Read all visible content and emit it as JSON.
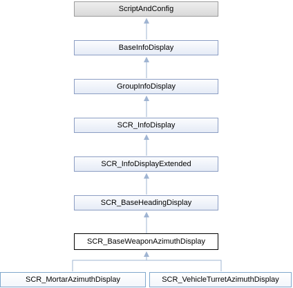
{
  "diagram": {
    "nodes": [
      {
        "id": "ScriptAndConfig",
        "label": "ScriptAndConfig"
      },
      {
        "id": "BaseInfoDisplay",
        "label": "BaseInfoDisplay"
      },
      {
        "id": "GroupInfoDisplay",
        "label": "GroupInfoDisplay"
      },
      {
        "id": "SCR_InfoDisplay",
        "label": "SCR_InfoDisplay"
      },
      {
        "id": "SCR_InfoDisplayExtended",
        "label": "SCR_InfoDisplayExtended"
      },
      {
        "id": "SCR_BaseHeadingDisplay",
        "label": "SCR_BaseHeadingDisplay"
      },
      {
        "id": "SCR_BaseWeaponAzimuthDisplay",
        "label": "SCR_BaseWeaponAzimuthDisplay"
      },
      {
        "id": "SCR_MortarAzimuthDisplay",
        "label": "SCR_MortarAzimuthDisplay"
      },
      {
        "id": "SCR_VehicleTurretAzimuthDisplay",
        "label": "SCR_VehicleTurretAzimuthDisplay"
      }
    ],
    "edges": [
      {
        "from": "BaseInfoDisplay",
        "to": "ScriptAndConfig"
      },
      {
        "from": "GroupInfoDisplay",
        "to": "BaseInfoDisplay"
      },
      {
        "from": "SCR_InfoDisplay",
        "to": "GroupInfoDisplay"
      },
      {
        "from": "SCR_InfoDisplayExtended",
        "to": "SCR_InfoDisplay"
      },
      {
        "from": "SCR_BaseHeadingDisplay",
        "to": "SCR_InfoDisplayExtended"
      },
      {
        "from": "SCR_BaseWeaponAzimuthDisplay",
        "to": "SCR_BaseHeadingDisplay"
      },
      {
        "from": "SCR_MortarAzimuthDisplay",
        "to": "SCR_BaseWeaponAzimuthDisplay"
      },
      {
        "from": "SCR_VehicleTurretAzimuthDisplay",
        "to": "SCR_BaseWeaponAzimuthDisplay"
      }
    ],
    "colors": {
      "node_border": "#8b9dc3",
      "node_fill": "#e5ebf6",
      "current_border": "#000000",
      "root_fill": "#d9d9d9",
      "edge": "#9fb4d2"
    }
  }
}
